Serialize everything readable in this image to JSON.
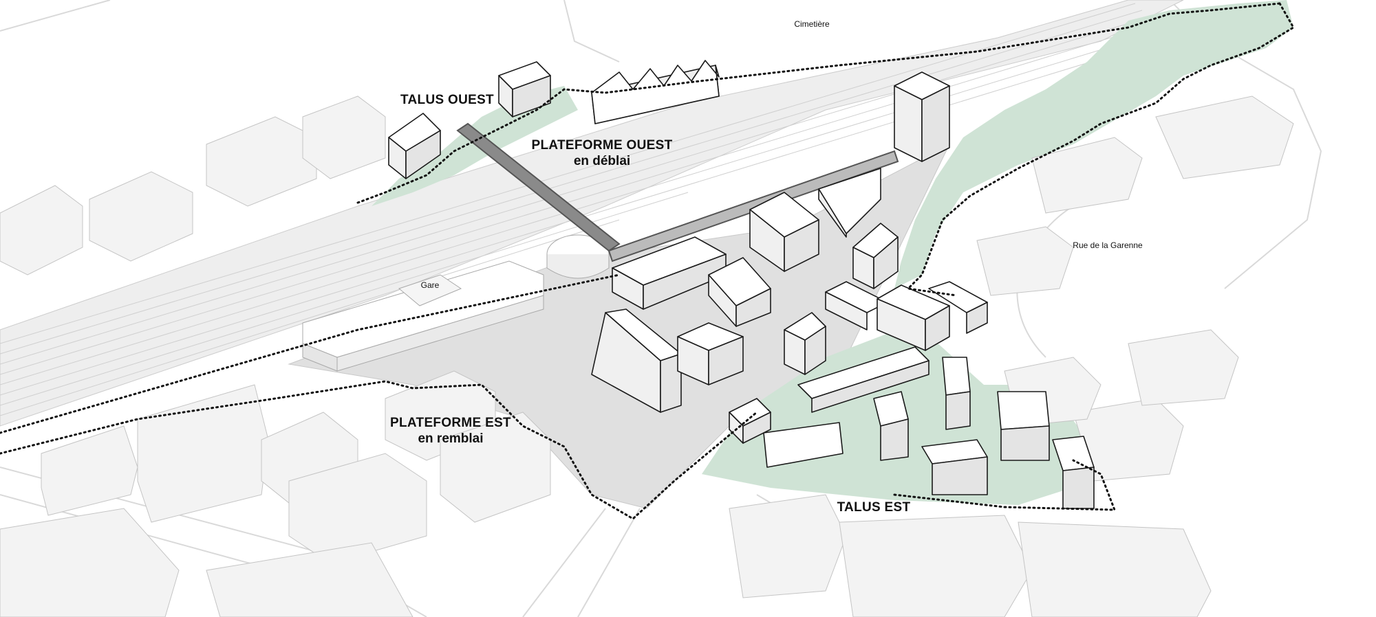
{
  "labels": {
    "talus_ouest": "TALUS OUEST",
    "plateforme_ouest": "PLATEFORME OUEST",
    "plateforme_ouest_sub": "en déblai",
    "plateforme_est": "PLATEFORME EST",
    "plateforme_est_sub": "en remblai",
    "talus_est": "TALUS EST",
    "gare": "Gare",
    "cimetiere": "Cimetière",
    "rue_garenne": "Rue de la Garenne"
  },
  "colors": {
    "background": "#ffffff",
    "context_building": "#f3f3f3",
    "context_stroke": "#c4c4c4",
    "project_building": "#ffffff",
    "project_stroke": "#1a1a1a",
    "green_zone": "#cfe3d5",
    "paved": "#dadada",
    "rail_area": "#ececec",
    "dotted_boundary": "#111111"
  }
}
